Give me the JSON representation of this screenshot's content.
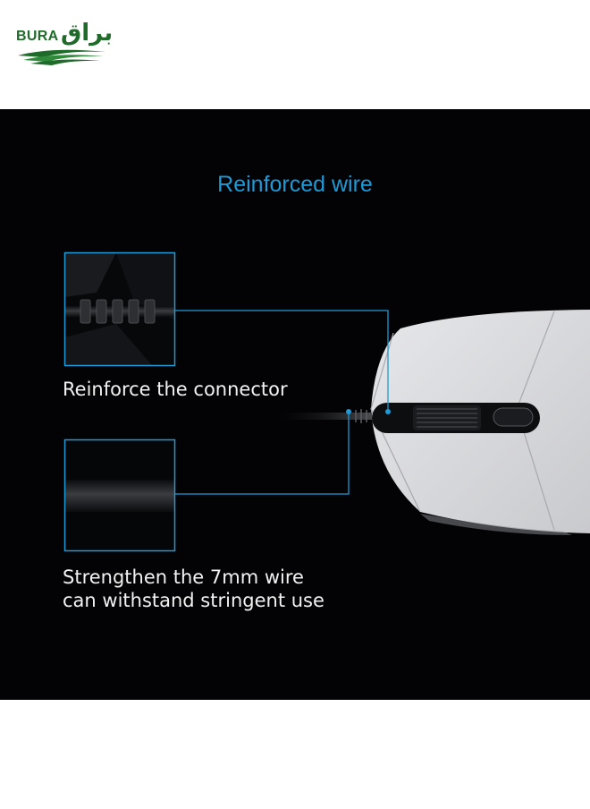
{
  "logo": {
    "latin": "BURA",
    "arabic": "براق"
  },
  "panel": {
    "title": "Reinforced wire",
    "callouts": [
      {
        "text": "Reinforce the connector"
      },
      {
        "lines": [
          "Strengthen the 7mm wire",
          "can withstand stringent use"
        ]
      }
    ]
  },
  "colors": {
    "background": "#030305",
    "accent": "#1e9ad6",
    "brand_green": "#1f6b2a"
  }
}
